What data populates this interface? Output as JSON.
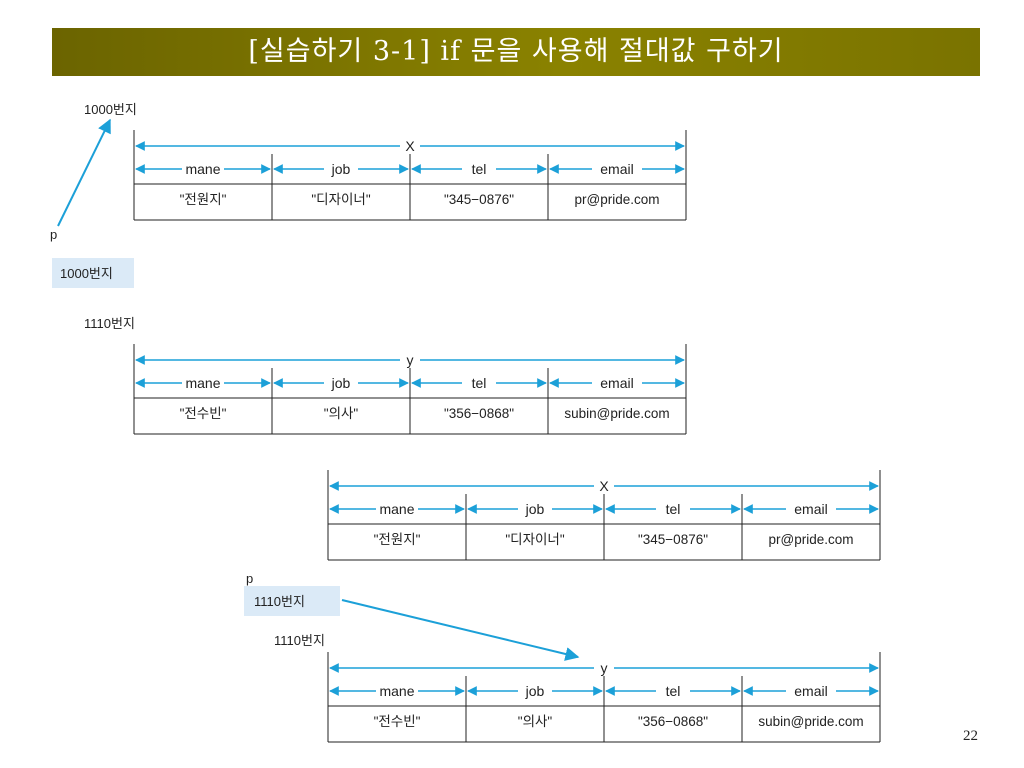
{
  "slide": {
    "title": "[실습하기 3-1] if 문을 사용해 절대값 구하기",
    "page_number": "22"
  },
  "colors": {
    "title_bar": "#7a7300",
    "arrow": "#1ca0d8",
    "pointer_box": "#dbeaf7"
  },
  "top": {
    "x_address": "1000번지",
    "p_label": "p",
    "p_value": "1000번지",
    "y_address": "1110번지",
    "x": {
      "name": "X",
      "fields": [
        "mane",
        "job",
        "tel",
        "email"
      ],
      "values": [
        "\"전원지\"",
        "\"디자이너\"",
        "\"345−0876\"",
        "pr@pride.com"
      ]
    },
    "y": {
      "name": "y",
      "fields": [
        "mane",
        "job",
        "tel",
        "email"
      ],
      "values": [
        "\"전수빈\"",
        "\"의사\"",
        "\"356−0868\"",
        "subin@pride.com"
      ]
    }
  },
  "bottom": {
    "p_label": "p",
    "p_value": "1110번지",
    "y_address": "1110번지",
    "x": {
      "name": "X",
      "fields": [
        "mane",
        "job",
        "tel",
        "email"
      ],
      "values": [
        "\"전원지\"",
        "\"디자이너\"",
        "\"345−0876\"",
        "pr@pride.com"
      ]
    },
    "y": {
      "name": "y",
      "fields": [
        "mane",
        "job",
        "tel",
        "email"
      ],
      "values": [
        "\"전수빈\"",
        "\"의사\"",
        "\"356−0868\"",
        "subin@pride.com"
      ]
    }
  }
}
